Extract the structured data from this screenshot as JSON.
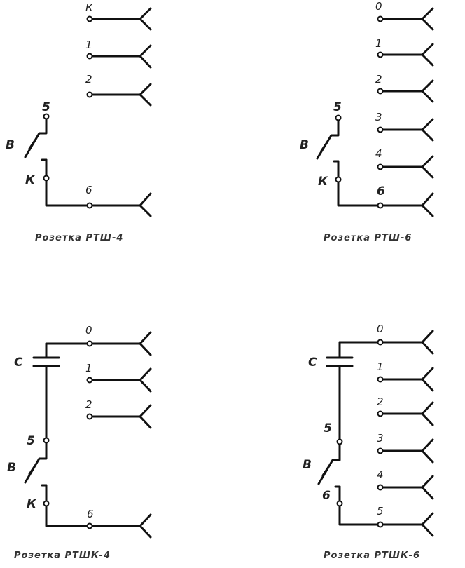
{
  "diagrams": [
    {
      "id": "top-left",
      "switch_label": "В",
      "terminal_top": "5",
      "terminal_bottom": "К",
      "pins": [
        "К",
        "1",
        "2"
      ],
      "main_pin": "6",
      "caption": "Розетка РТШ-4"
    },
    {
      "id": "top-right",
      "switch_label": "В",
      "terminal_top": "5",
      "terminal_bottom": "К",
      "pins": [
        "0",
        "1",
        "2",
        "3",
        "4"
      ],
      "main_pin": "6",
      "caption": "Розетка РТШ-6"
    },
    {
      "id": "bottom-left",
      "capacitor_label": "С",
      "switch_label": "В",
      "terminal_top": "5",
      "terminal_bottom": "К",
      "top_pin": "0",
      "pins": [
        "1",
        "2"
      ],
      "main_pin": "6",
      "caption": "Розетка РТШК-4"
    },
    {
      "id": "bottom-right",
      "capacitor_label": "С",
      "switch_label": "В",
      "terminal_top": "5",
      "terminal_bottom": "6",
      "top_pin": "0",
      "pins": [
        "1",
        "2",
        "3",
        "4"
      ],
      "main_pin": "5",
      "caption": "Розетка РТШК-6"
    }
  ]
}
